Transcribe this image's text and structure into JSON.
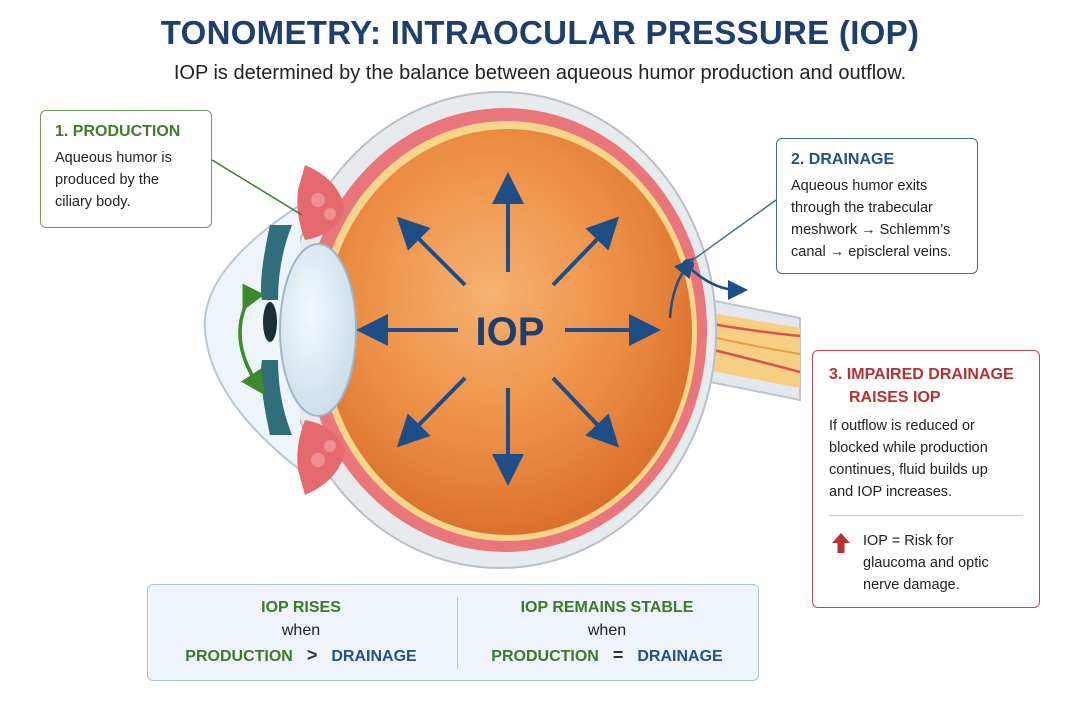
{
  "header": {
    "title": "TONOMETRY: INTRAOCULAR PRESSURE (IOP)",
    "subtitle": "IOP is determined by the balance between aqueous humor production and outflow."
  },
  "diagram": {
    "center_label": "IOP"
  },
  "boxes": {
    "production": {
      "heading": "1. PRODUCTION",
      "lines": [
        "Aqueous humor is",
        "produced by the",
        "ciliary body."
      ]
    },
    "drainage": {
      "heading": "2. DRAINAGE",
      "lines": [
        "Aqueous humor exits",
        "through the trabecular",
        "meshwork → Schlemm’s",
        "canal → episcleral veins."
      ]
    },
    "impaired": {
      "heading_line1": "3. IMPAIRED DRAINAGE",
      "heading_line2": "RAISES IOP",
      "lines": [
        "If outflow is reduced or",
        "blocked while production",
        "continues, fluid builds up",
        "and IOP increases."
      ],
      "risk_lines": [
        "IOP = Risk for",
        "glaucoma and optic",
        "nerve damage."
      ]
    }
  },
  "comparison": {
    "left": {
      "heading": "IOP RISES",
      "when": "when",
      "production": "PRODUCTION",
      "operator": ">",
      "drainage": "DRAINAGE"
    },
    "right": {
      "heading": "IOP REMAINS STABLE",
      "when": "when",
      "production": "PRODUCTION",
      "operator": "=",
      "drainage": "DRAINAGE"
    }
  },
  "colors": {
    "title": "#1d3f6e",
    "production_green": "#3f7d2a",
    "drainage_blue": "#21528a",
    "warning_red": "#b63232",
    "arrow_blue": "#1f4e86"
  }
}
